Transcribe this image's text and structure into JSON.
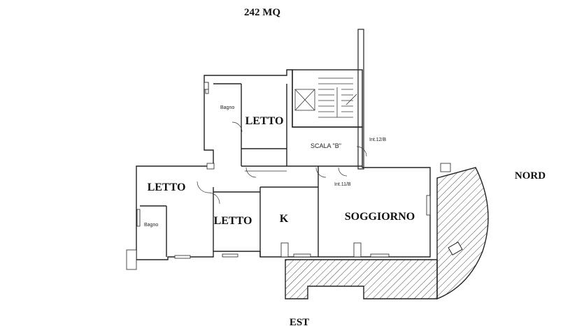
{
  "header": {
    "area": "242 MQ"
  },
  "compass": {
    "north": "NORD",
    "east": "EST"
  },
  "rooms": {
    "letto_top": "LETTO",
    "letto_left": "LETTO",
    "letto_mid": "LETTO",
    "kitchen": "K",
    "living": "SOGGIORNO",
    "bagno_top": "Bagno",
    "bagno_left": "Bagno",
    "stair": "SCALA \"B\"",
    "int12": "Int.12/B",
    "int11": "Int.11/B"
  }
}
